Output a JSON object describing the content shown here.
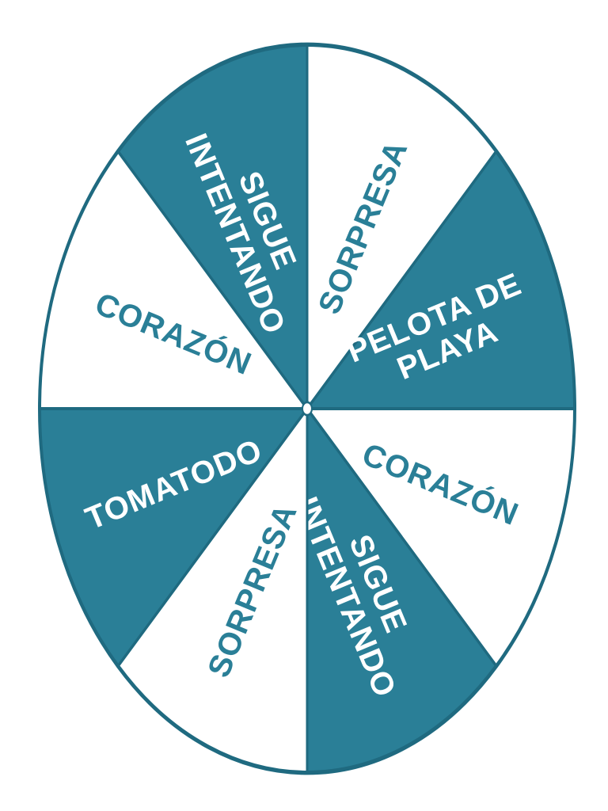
{
  "wheel": {
    "colors": {
      "teal": "#2a7f97",
      "white": "#ffffff",
      "outline": "#1f6a80"
    },
    "slices": [
      {
        "lines": [
          "SORPRESA"
        ],
        "fill": "white",
        "text_color": "teal"
      },
      {
        "lines": [
          "PELOTA DE",
          "PLAYA"
        ],
        "fill": "teal",
        "text_color": "white"
      },
      {
        "lines": [
          "CORAZÓN"
        ],
        "fill": "white",
        "text_color": "teal"
      },
      {
        "lines": [
          "SIGUE",
          "INTENTANDO"
        ],
        "fill": "teal",
        "text_color": "white"
      },
      {
        "lines": [
          "SORPRESA"
        ],
        "fill": "white",
        "text_color": "teal"
      },
      {
        "lines": [
          "TOMATODO"
        ],
        "fill": "teal",
        "text_color": "white"
      },
      {
        "lines": [
          "CORAZÓN"
        ],
        "fill": "white",
        "text_color": "teal"
      },
      {
        "lines": [
          "SIGUE",
          "INTENTANDO"
        ],
        "fill": "teal",
        "text_color": "white"
      }
    ]
  }
}
